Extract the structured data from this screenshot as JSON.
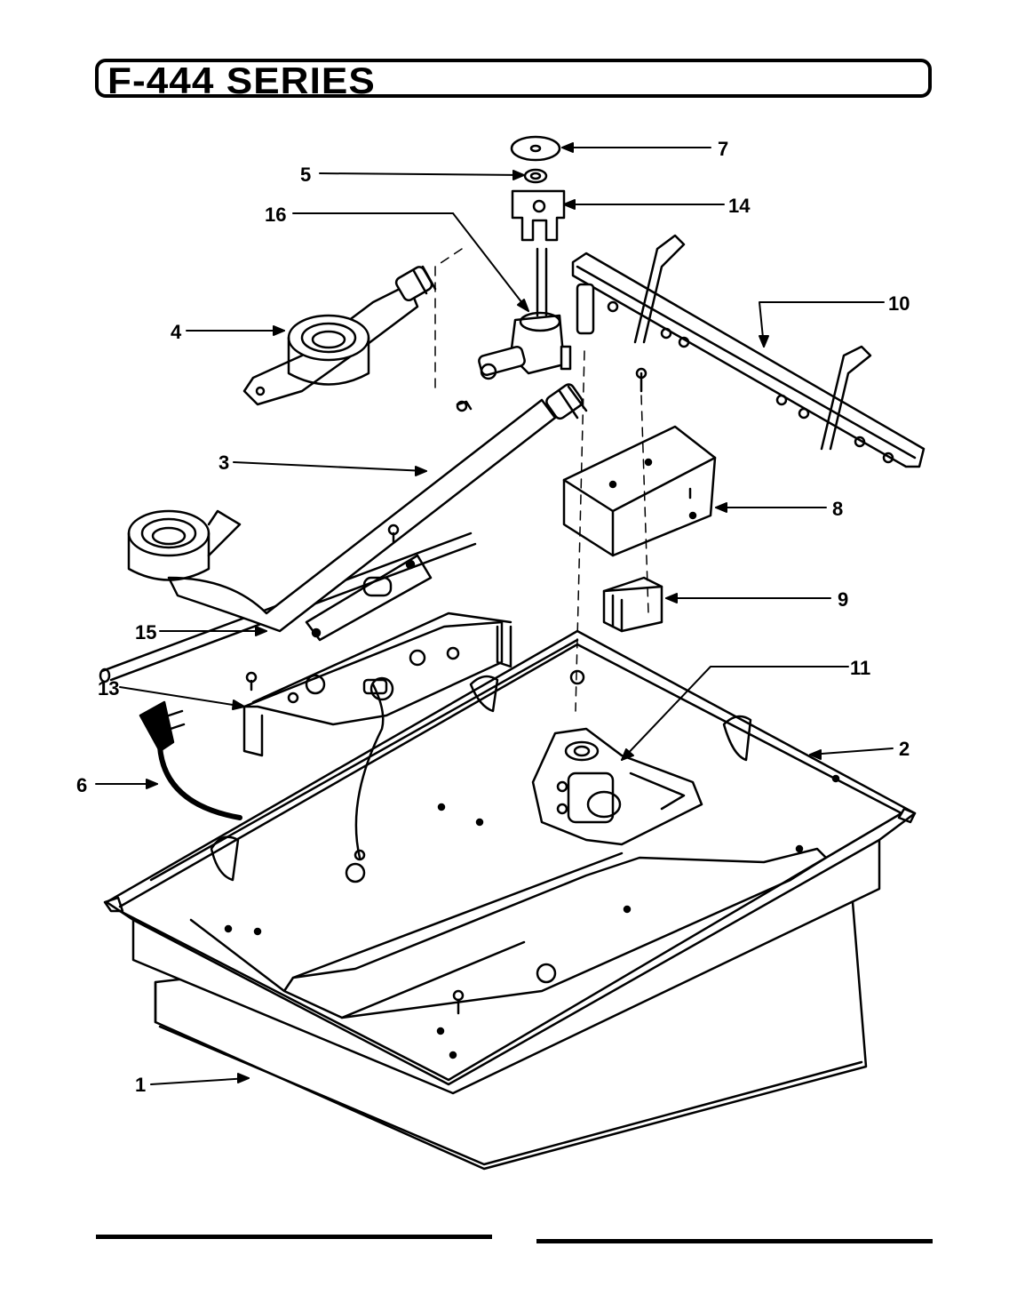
{
  "title": "F-444 SERIES",
  "callouts": [
    {
      "id": "1",
      "label": "1"
    },
    {
      "id": "2",
      "label": "2"
    },
    {
      "id": "3",
      "label": "3"
    },
    {
      "id": "4",
      "label": "4"
    },
    {
      "id": "5",
      "label": "5"
    },
    {
      "id": "6",
      "label": "6"
    },
    {
      "id": "7",
      "label": "7"
    },
    {
      "id": "8",
      "label": "8"
    },
    {
      "id": "9",
      "label": "9"
    },
    {
      "id": "10",
      "label": "10"
    },
    {
      "id": "11",
      "label": "11"
    },
    {
      "id": "13",
      "label": "13"
    },
    {
      "id": "14",
      "label": "14"
    },
    {
      "id": "15",
      "label": "15"
    },
    {
      "id": "16",
      "label": "16"
    }
  ]
}
